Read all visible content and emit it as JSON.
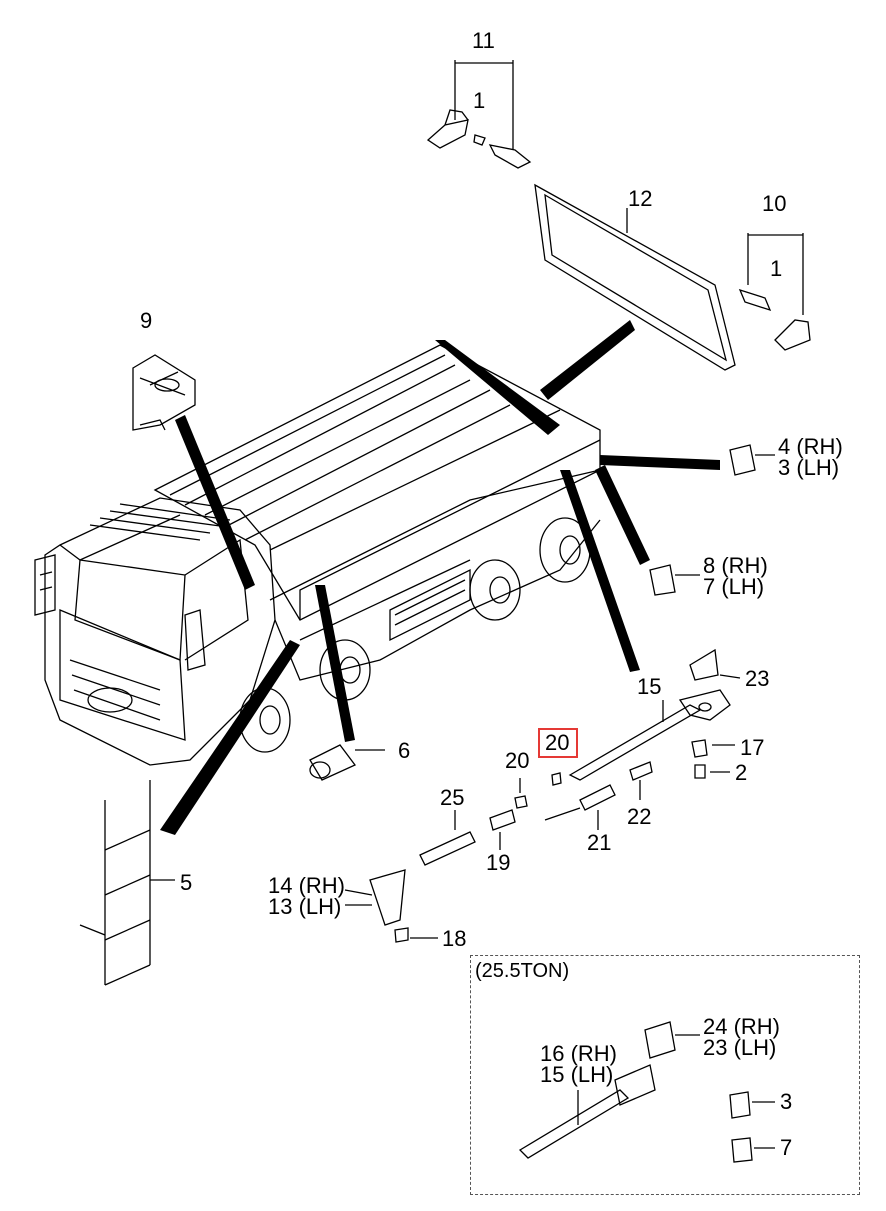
{
  "colors": {
    "highlight": "#e53935",
    "ink": "#000000"
  },
  "labels": {
    "p11": "11",
    "p1a": "1",
    "p12": "12",
    "p10": "10",
    "p1b": "1",
    "p9": "9",
    "p4": "4 (RH)",
    "p3": "3 (LH)",
    "p8": "8 (RH)",
    "p7": "7 (LH)",
    "p23": "23",
    "p15": "15",
    "p17": "17",
    "p2": "2",
    "p20a": "20",
    "p20b": "20",
    "p6": "6",
    "p25": "25",
    "p22": "22",
    "p21": "21",
    "p19": "19",
    "p5": "5",
    "p14": "14 (RH)",
    "p13": "13 (LH)",
    "p18": "18"
  },
  "inset": {
    "title": "(25.5TON)",
    "p24": "24 (RH)",
    "p23": "23 (LH)",
    "p16": "16 (RH)",
    "p15": "15 (LH)",
    "p3": "3",
    "p7": "7"
  },
  "highlighted_part": "20"
}
